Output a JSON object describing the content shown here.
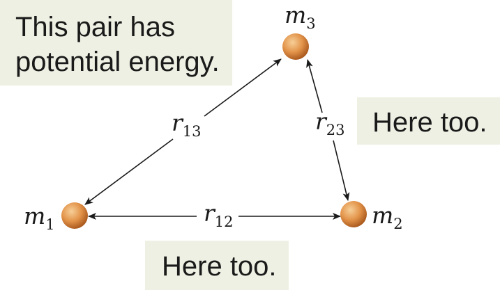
{
  "callouts": {
    "top": {
      "line1": "This pair has",
      "line2": "potential energy."
    },
    "right": "Here too.",
    "bottom": "Here too."
  },
  "masses": {
    "m1": {
      "symbol": "m",
      "subscript": "1"
    },
    "m2": {
      "symbol": "m",
      "subscript": "2"
    },
    "m3": {
      "symbol": "m",
      "subscript": "3"
    }
  },
  "distances": {
    "r12": {
      "symbol": "r",
      "subscript": "12"
    },
    "r13": {
      "symbol": "r",
      "subscript": "13"
    },
    "r23": {
      "symbol": "r",
      "subscript": "23"
    }
  },
  "colors": {
    "sphere_highlight": "#f6cf98",
    "sphere_mid": "#e3944a",
    "sphere_shadow": "#a9581c",
    "arrow": "#1a1a1a",
    "callout_bg": "#eef0e3"
  }
}
